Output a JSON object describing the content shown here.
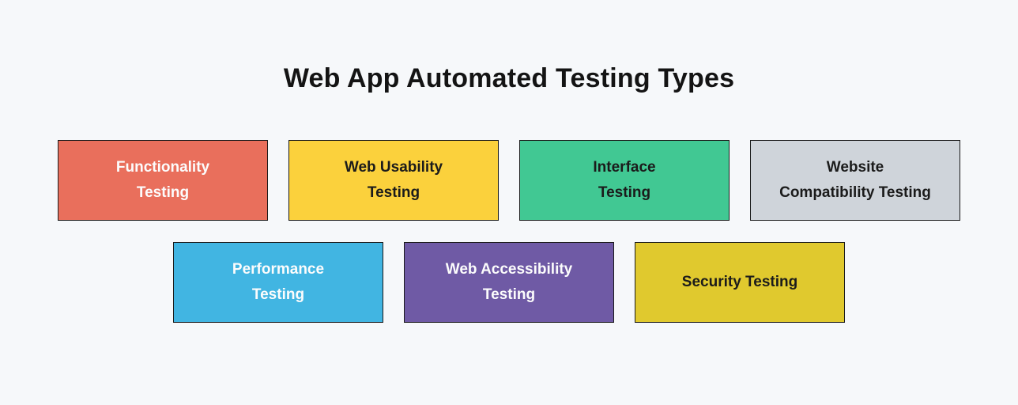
{
  "title": "Web App Automated Testing Types",
  "colors": {
    "background": "#F6F8FA",
    "border": "#1A1A1A",
    "title_text": "#141414",
    "dark_text": "#1B1B1B",
    "light_text": "#FCFCFC"
  },
  "rows": [
    {
      "items": [
        {
          "label": "Functionality\nTesting",
          "bg": "#E96F5C",
          "text_color": "#FCFCFC"
        },
        {
          "label": "Web Usability\nTesting",
          "bg": "#FBD13C",
          "text_color": "#1B1B1B"
        },
        {
          "label": "Interface\nTesting",
          "bg": "#41C893",
          "text_color": "#1B1B1B"
        },
        {
          "label": "Website\nCompatibility Testing",
          "bg": "#CFD4DA",
          "text_color": "#1B1B1B"
        }
      ]
    },
    {
      "items": [
        {
          "label": "Performance\nTesting",
          "bg": "#41B5E2",
          "text_color": "#FCFCFC"
        },
        {
          "label": "Web Accessibility\nTesting",
          "bg": "#6F5AA5",
          "text_color": "#FCFCFC"
        },
        {
          "label": "Security Testing",
          "bg": "#E0C92E",
          "text_color": "#1B1B1B"
        }
      ]
    }
  ]
}
